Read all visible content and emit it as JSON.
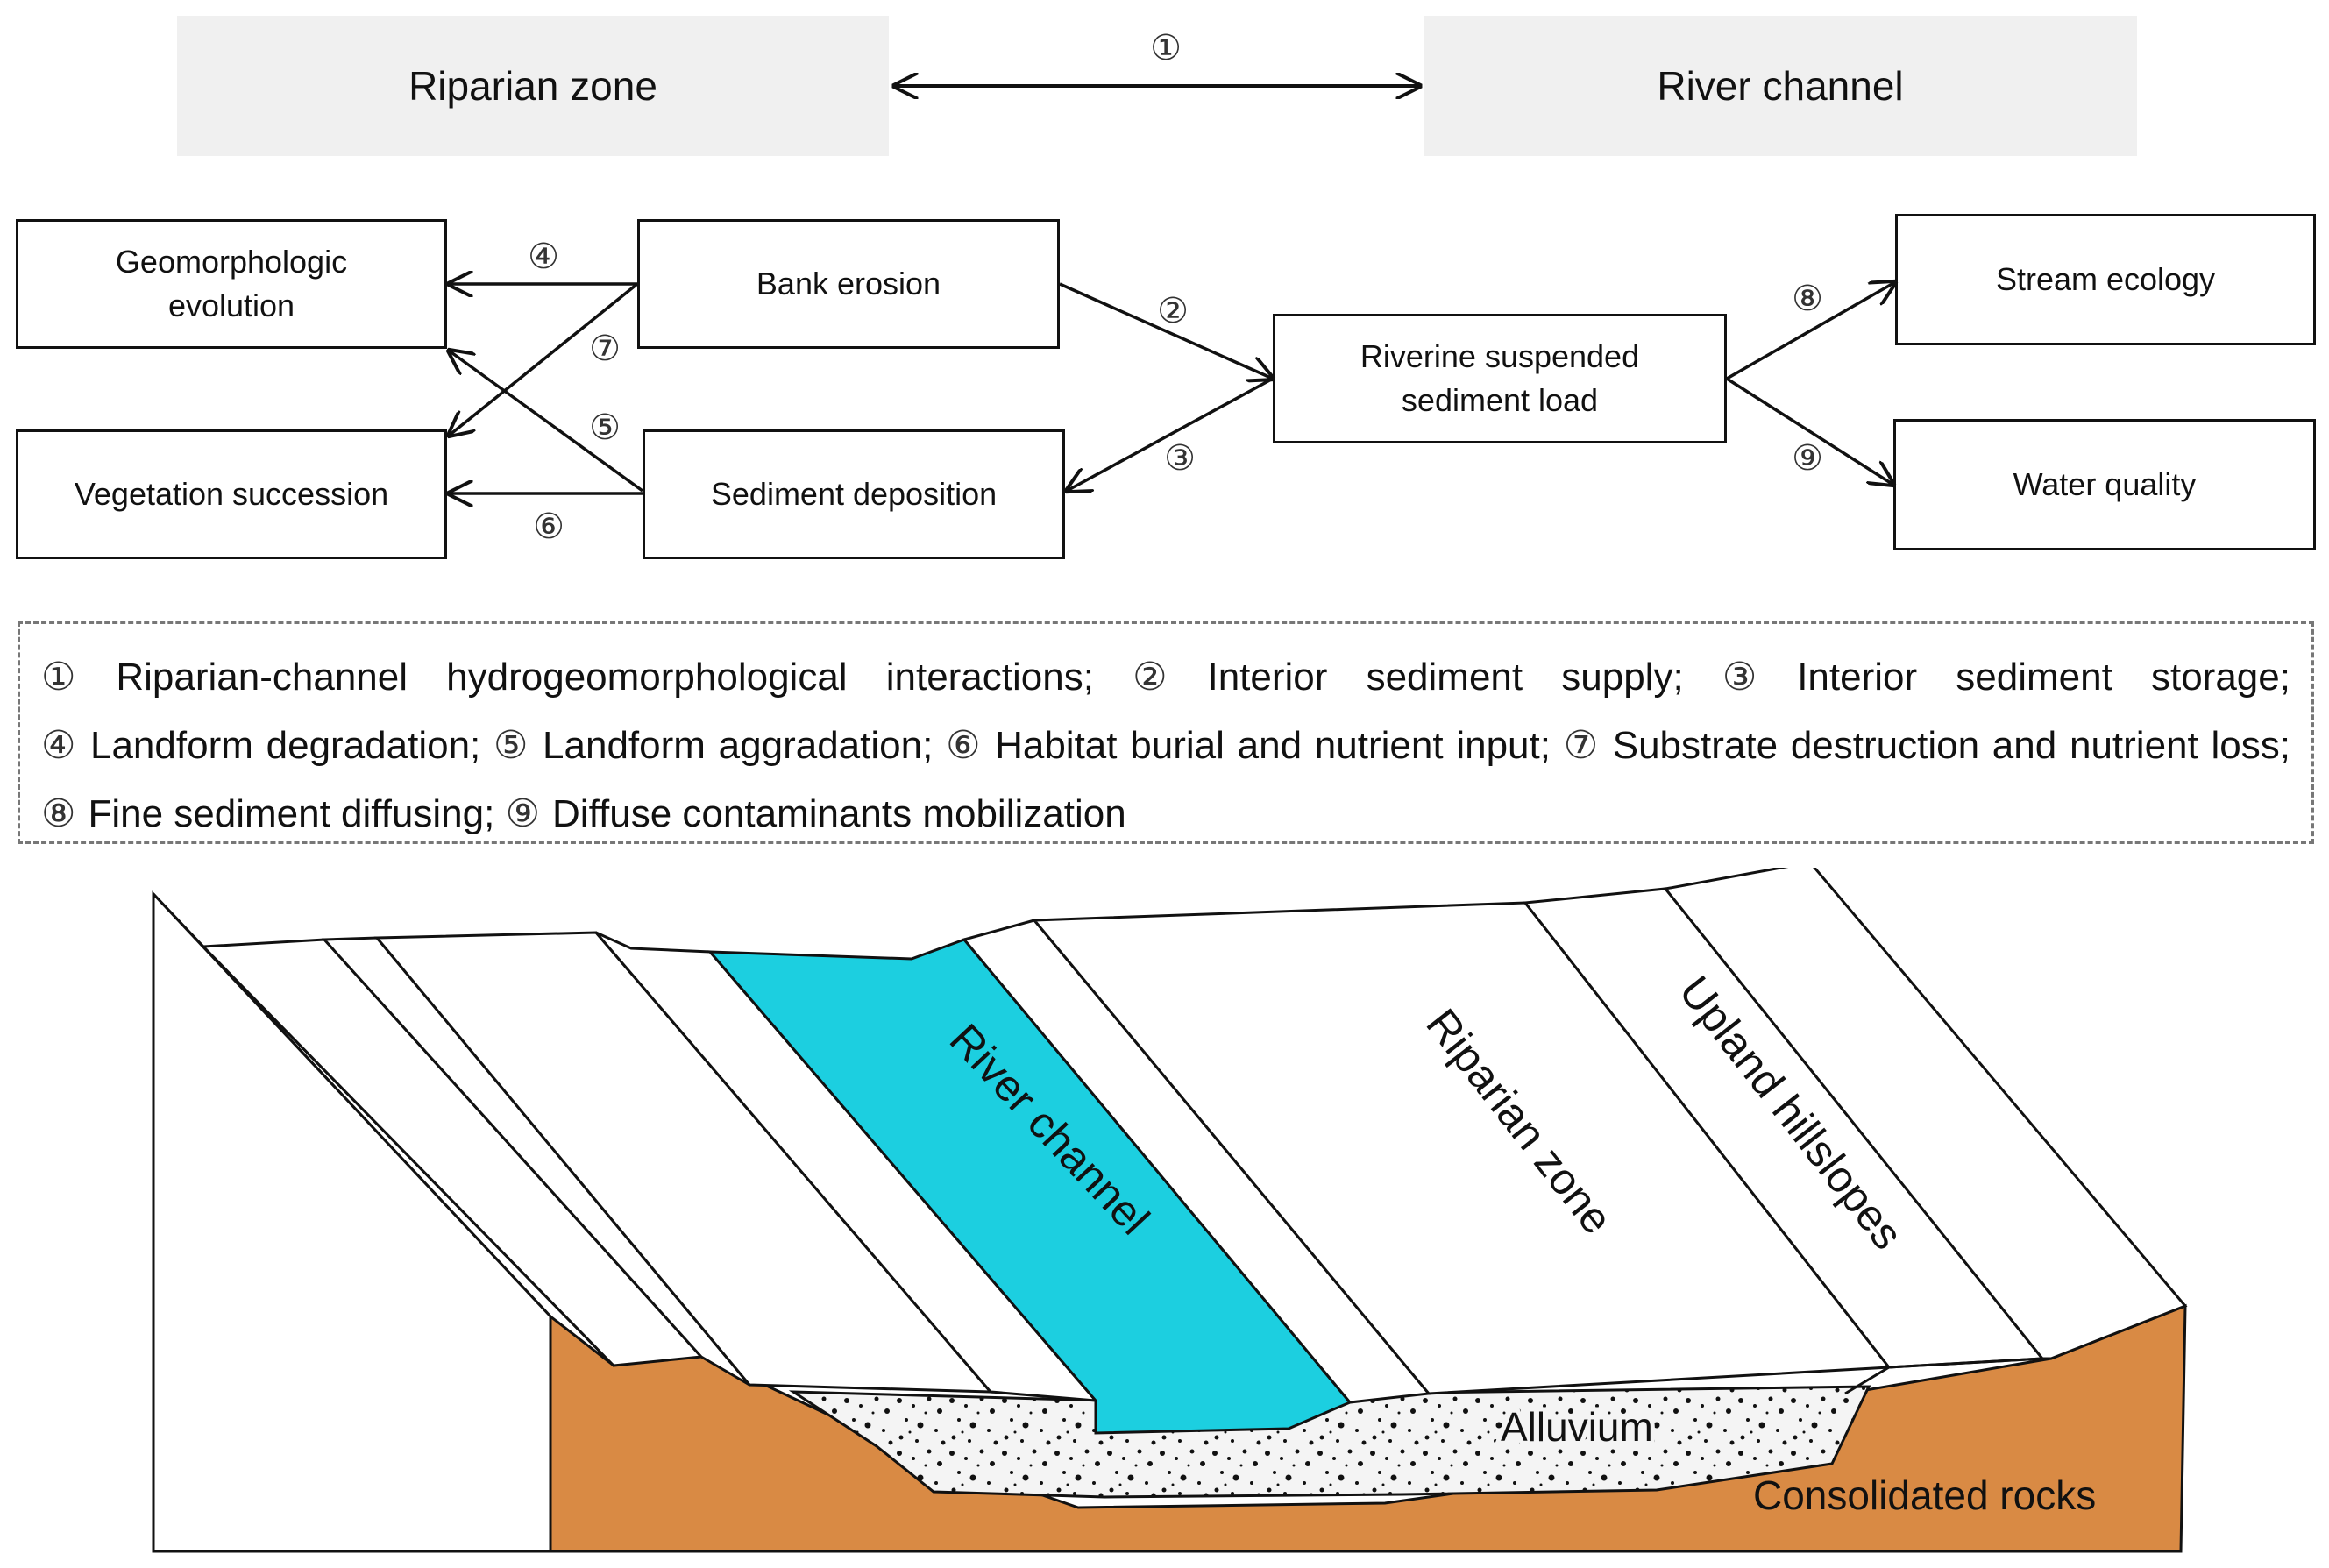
{
  "header": {
    "left_label": "Riparian zone",
    "right_label": "River channel",
    "link_number": "①"
  },
  "flow": {
    "geomorphologic_evolution": "Geomorphologic evolution",
    "vegetation_succession": "Vegetation succession",
    "bank_erosion": "Bank erosion",
    "sediment_deposition": "Sediment deposition",
    "riverine_suspended_sediment_load": "Riverine suspended sediment load",
    "stream_ecology": "Stream ecology",
    "water_quality": "Water quality",
    "numbers": {
      "n2": "②",
      "n3": "③",
      "n4": "④",
      "n5": "⑤",
      "n6": "⑥",
      "n7": "⑦",
      "n8": "⑧",
      "n9": "⑨"
    }
  },
  "legend": {
    "items": [
      {
        "num": "①",
        "text": "Riparian-channel hydrogeomorphological interactions;"
      },
      {
        "num": "②",
        "text": "Interior sediment supply;"
      },
      {
        "num": "③",
        "text": "Interior sediment storage;"
      },
      {
        "num": "④",
        "text": "Landform degradation;"
      },
      {
        "num": "⑤",
        "text": "Landform aggradation;"
      },
      {
        "num": "⑥",
        "text": "Habitat burial and nutrient input;"
      },
      {
        "num": "⑦",
        "text": "Substrate destruction and nutrient loss;"
      },
      {
        "num": "⑧",
        "text": "Fine sediment diffusing;"
      },
      {
        "num": "⑨",
        "text": "Diffuse contaminants mobilization"
      }
    ]
  },
  "block_diagram": {
    "river_channel_label": "River channel",
    "riparian_zone_label": "Riparian zone",
    "upland_label": "Upland hillslopes",
    "alluvium_label": "Alluvium",
    "rocks_label": "Consolidated rocks",
    "colors": {
      "river": "#1ccfe0",
      "rocks": "#d98a44",
      "alluvium": "#f4f4f4"
    }
  }
}
